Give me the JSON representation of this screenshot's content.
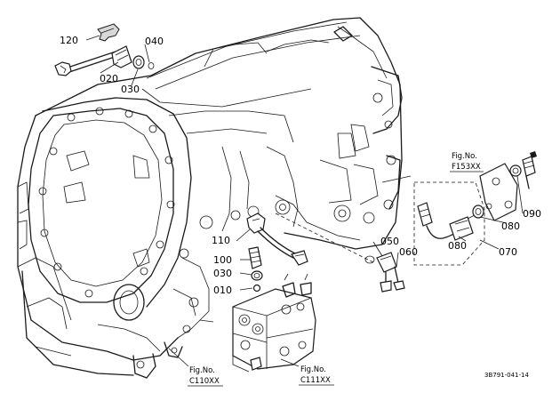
{
  "part_labels": {
    "p120": "120",
    "p040": "040",
    "p020": "020",
    "p030_top": "030",
    "p110": "110",
    "p100": "100",
    "p030_mid": "030",
    "p010": "010",
    "p050": "050",
    "p060": "060",
    "p080_a": "080",
    "p080_b": "080",
    "p090": "090",
    "p070": "070"
  },
  "figure_refs": {
    "f153": {
      "title": "Fig.No.",
      "number": "F153XX"
    },
    "c110": {
      "title": "Fig.No.",
      "number": "C110XX"
    },
    "c111": {
      "title": "Fig.No.",
      "number": "C111XX"
    }
  },
  "drawing_code": "3B791-041-14"
}
